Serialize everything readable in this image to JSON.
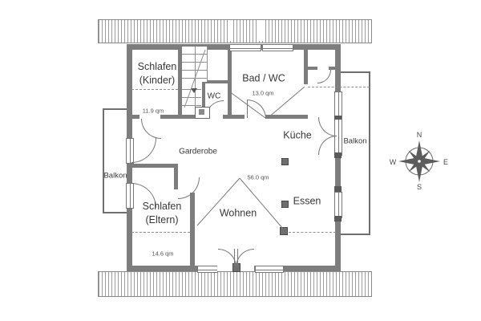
{
  "rooms": {
    "schlafen_kinder": {
      "name": "Schlafen\n(Kinder)",
      "area": "11.9 qm"
    },
    "bad_wc": {
      "name": "Bad / WC",
      "area": "13.0 qm"
    },
    "wc": {
      "name": "WC"
    },
    "kueche": {
      "name": "Küche"
    },
    "garderobe": {
      "name": "Garderobe"
    },
    "wohnen": {
      "name": "Wohnen",
      "area": "56.0 qm"
    },
    "essen": {
      "name": "Essen"
    },
    "schlafen_eltern": {
      "name": "Schlafen\n(Eltern)",
      "area": "14.6 qm"
    },
    "balkon_left": {
      "name": "Balkon"
    },
    "balkon_right": {
      "name": "Balkon"
    }
  },
  "compass": {
    "north": "N",
    "east": "E",
    "south": "S",
    "west": "W"
  },
  "colors": {
    "wall": "#7d7d7d",
    "line": "#787878",
    "hatch": "#9c9c9c",
    "text": "#383838"
  }
}
